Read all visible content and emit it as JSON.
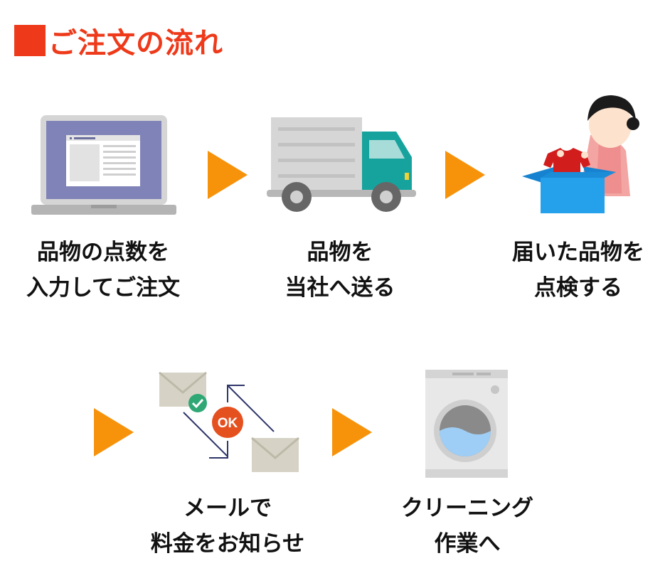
{
  "heading": {
    "title": "ご注文の流れ"
  },
  "steps": [
    {
      "line1": "品物の点数を",
      "line2": "入力してご注文",
      "icon": "laptop-icon"
    },
    {
      "line1": "品物を",
      "line2": "当社へ送る",
      "icon": "truck-icon"
    },
    {
      "line1": "届いた品物を",
      "line2": "点検する",
      "icon": "inspection-person-icon"
    },
    {
      "line1": "メールで",
      "line2": "料金をお知らせ",
      "icon": "mail-exchange-icon"
    },
    {
      "line1": "クリーニング",
      "line2": "作業へ",
      "icon": "washing-machine-icon"
    }
  ],
  "mail_badge": "OK",
  "colors": {
    "accent": "#ee3a1a",
    "arrow": "#f7920b"
  }
}
